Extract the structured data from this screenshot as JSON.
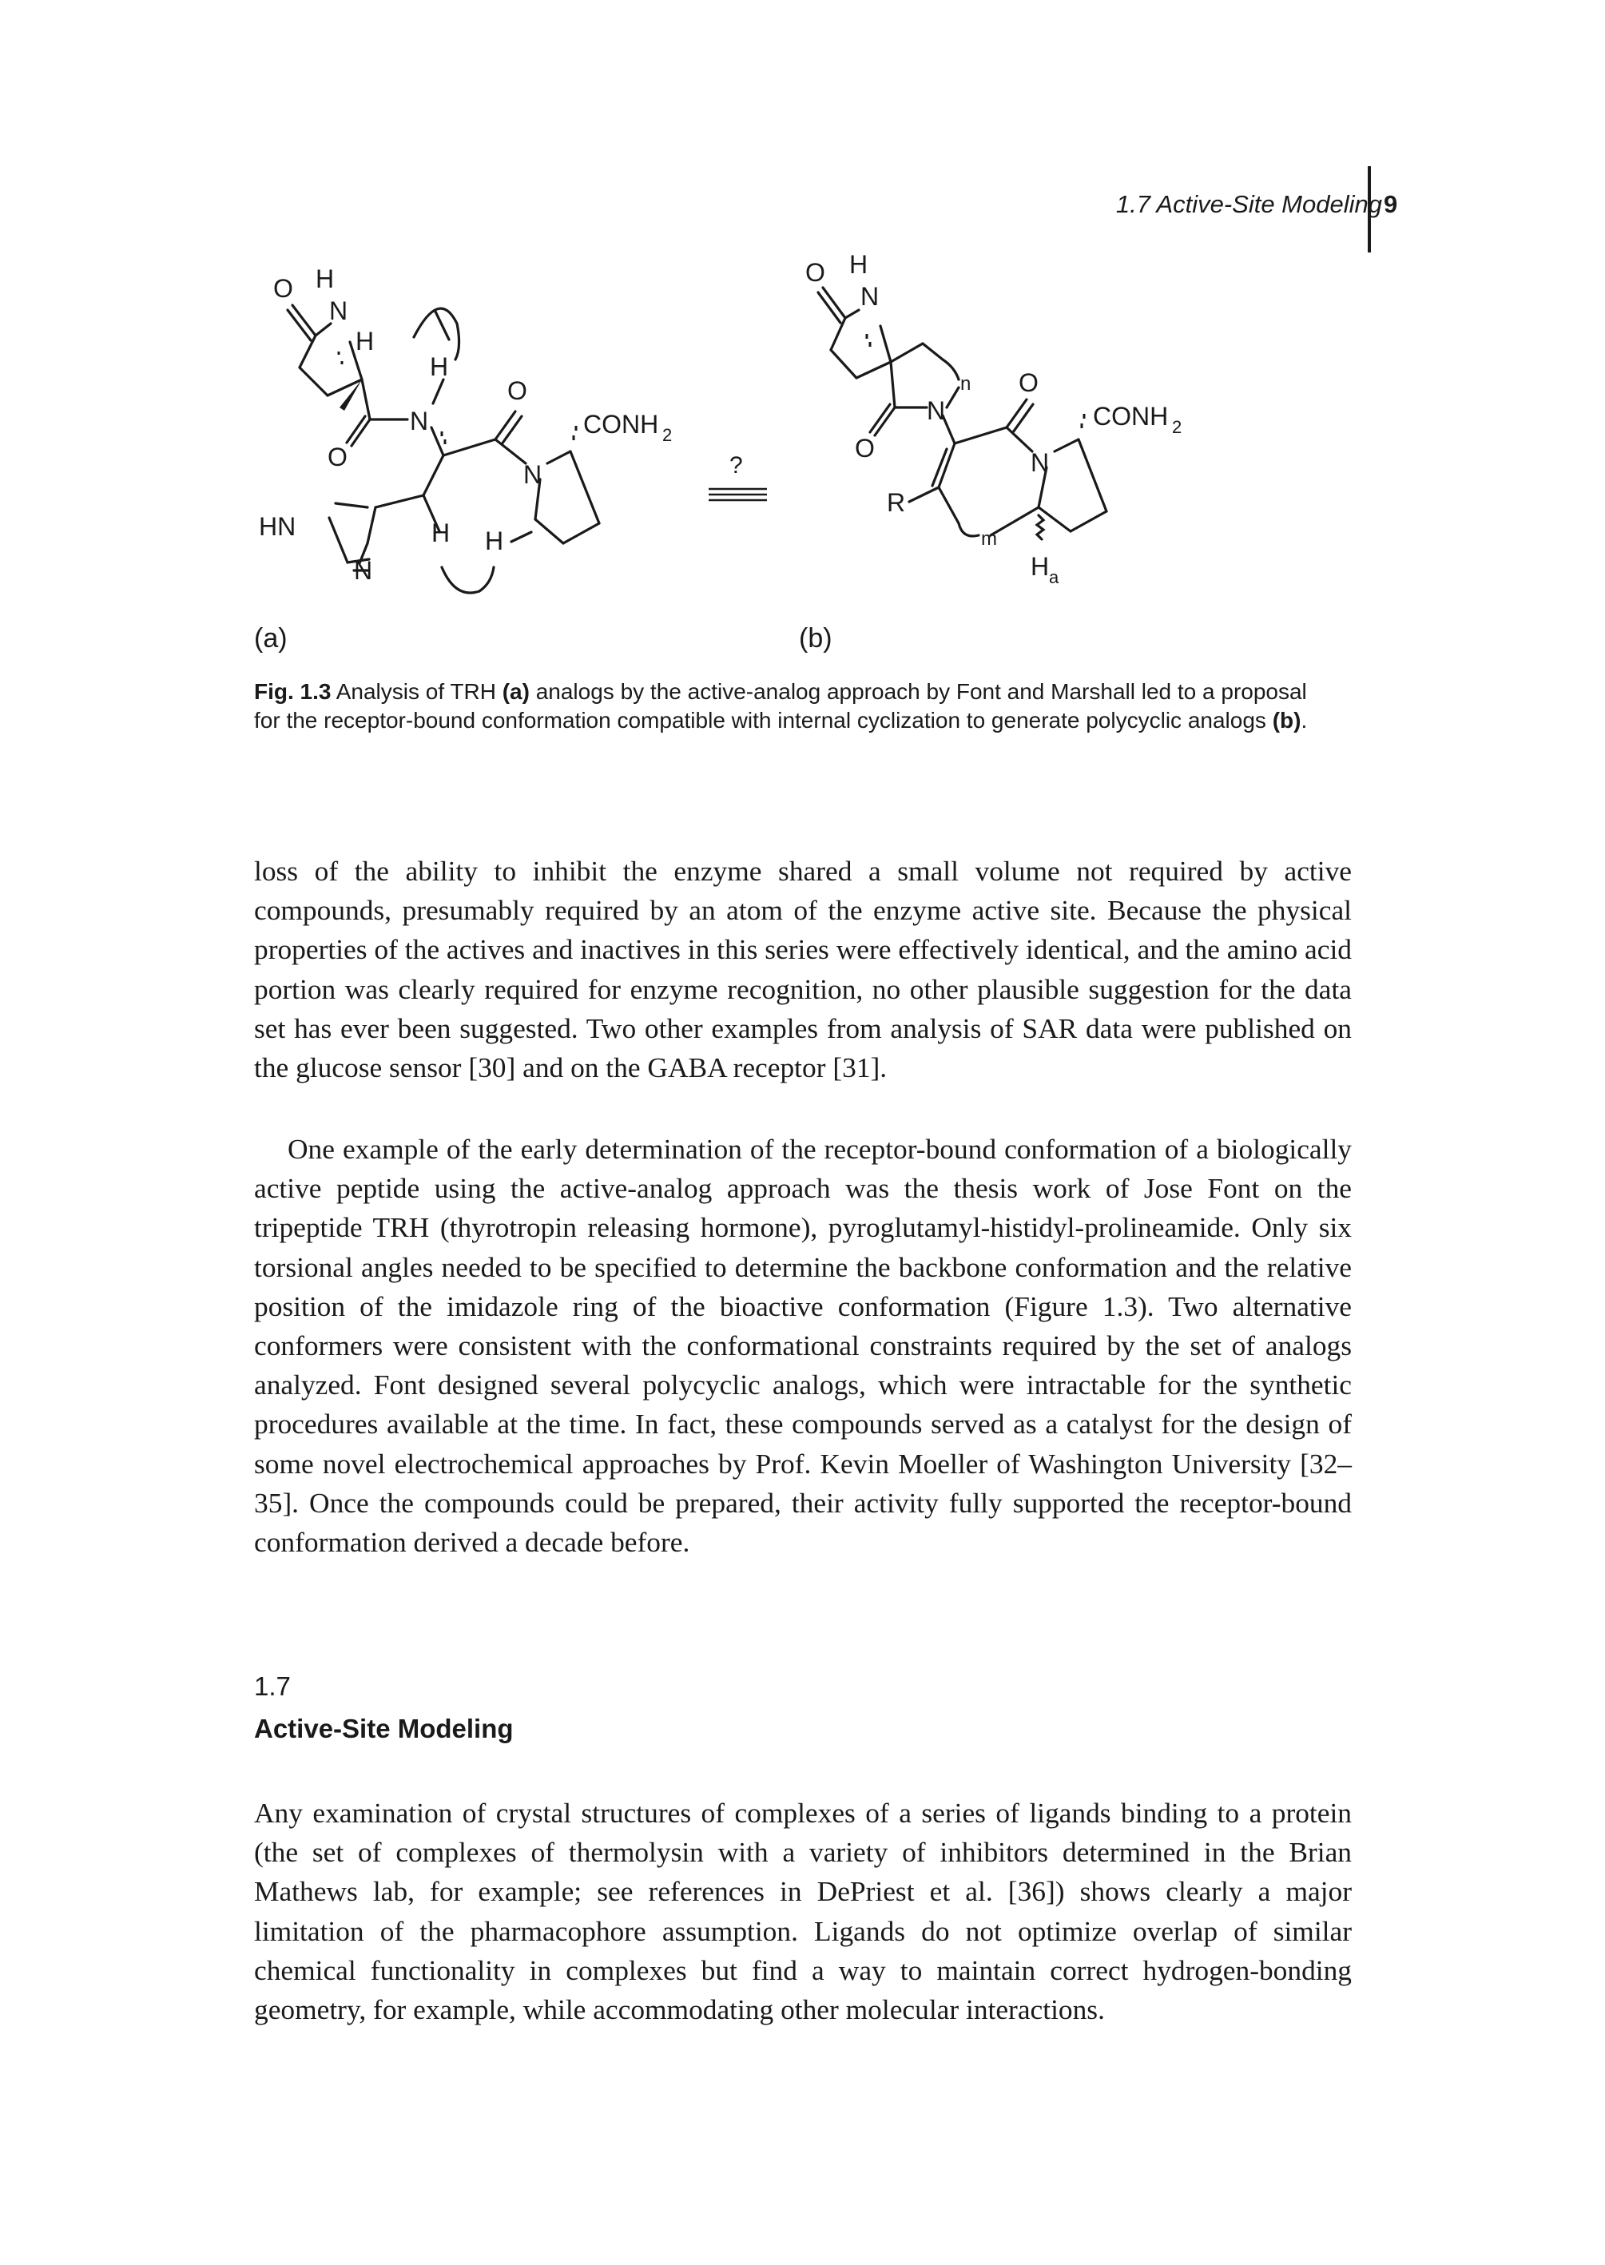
{
  "header": {
    "running_title": "1.7  Active-Site Modeling",
    "page_number": "9"
  },
  "figure": {
    "label_a": "(a)",
    "label_b": "(b)",
    "question_mark": "?",
    "atoms_a": {
      "o1": "O",
      "h1": "H",
      "n1": "N",
      "h2": "H",
      "h3": "H",
      "n2": "N",
      "o2": "O",
      "o3": "O",
      "n3": "N",
      "conh2": "CONH",
      "sub2": "2",
      "hn": "HN",
      "n4": "N",
      "h4": "H",
      "h5": "H"
    },
    "atoms_b": {
      "o1": "O",
      "h1": "H",
      "n1": "N",
      "n_sub": "n",
      "n2": "N",
      "o2": "O",
      "o3": "O",
      "n3": "N",
      "conh2": "CONH",
      "sub2": "2",
      "r": "R",
      "m_sub": "m",
      "ha": "H",
      "a_sub": "a"
    }
  },
  "caption": {
    "fig_label": "Fig. 1.3",
    "text_1": "  Analysis of TRH ",
    "ref_a": "(a)",
    "text_2": " analogs by the active-analog approach by Font and Marshall led to a proposal for the receptor-bound conformation compatible with internal cyclization to generate polycyclic analogs ",
    "ref_b": "(b)",
    "text_3": "."
  },
  "paragraphs": [
    "loss of the ability to inhibit the enzyme shared a small volume not required by active compounds, presumably required by an atom of the enzyme active site. Because the physical properties of the actives and inactives in this series were effectively identical, and the amino acid portion was clearly required for enzyme recognition, no other plausible suggestion for the data set has ever been suggested. Two other examples from analysis of SAR data were published on the glucose sensor [30] and on the GABA receptor [31].",
    "One example of the early determination of the receptor-bound conformation of a biologically active peptide using the active-analog approach was the thesis work of Jose Font on the tripeptide TRH (thyrotropin releasing hormone), pyroglutamyl-histidyl-prolineamide. Only six torsional angles needed to be specified to determine the backbone conformation and the relative position of the imidazole ring of the bioactive conformation (Figure 1.3). Two alternative conformers were consistent with the conformational constraints required by the set of analogs analyzed. Font designed several polycyclic analogs, which were intractable for the synthetic procedures available at the time. In fact, these compounds served as a catalyst for the design of some novel electrochemical approaches by Prof. Kevin Moeller of Washington University [32–35]. Once the compounds could be prepared, their activity fully supported the receptor-bound conformation derived a decade before.",
    "Any examination of crystal structures of complexes of a series of ligands binding to a protein (the set of complexes of thermolysin with a variety of inhibitors determined in the Brian Mathews lab, for example; see references in DePriest et al. [36]) shows clearly a major limitation of the pharmacophore assumption. Ligands do not optimize overlap of similar chemical functionality in complexes but find a way to maintain correct hydrogen-bonding geometry, for example, while accommodating other molecular interactions."
  ],
  "section": {
    "number": "1.7",
    "title": "Active-Site Modeling"
  }
}
